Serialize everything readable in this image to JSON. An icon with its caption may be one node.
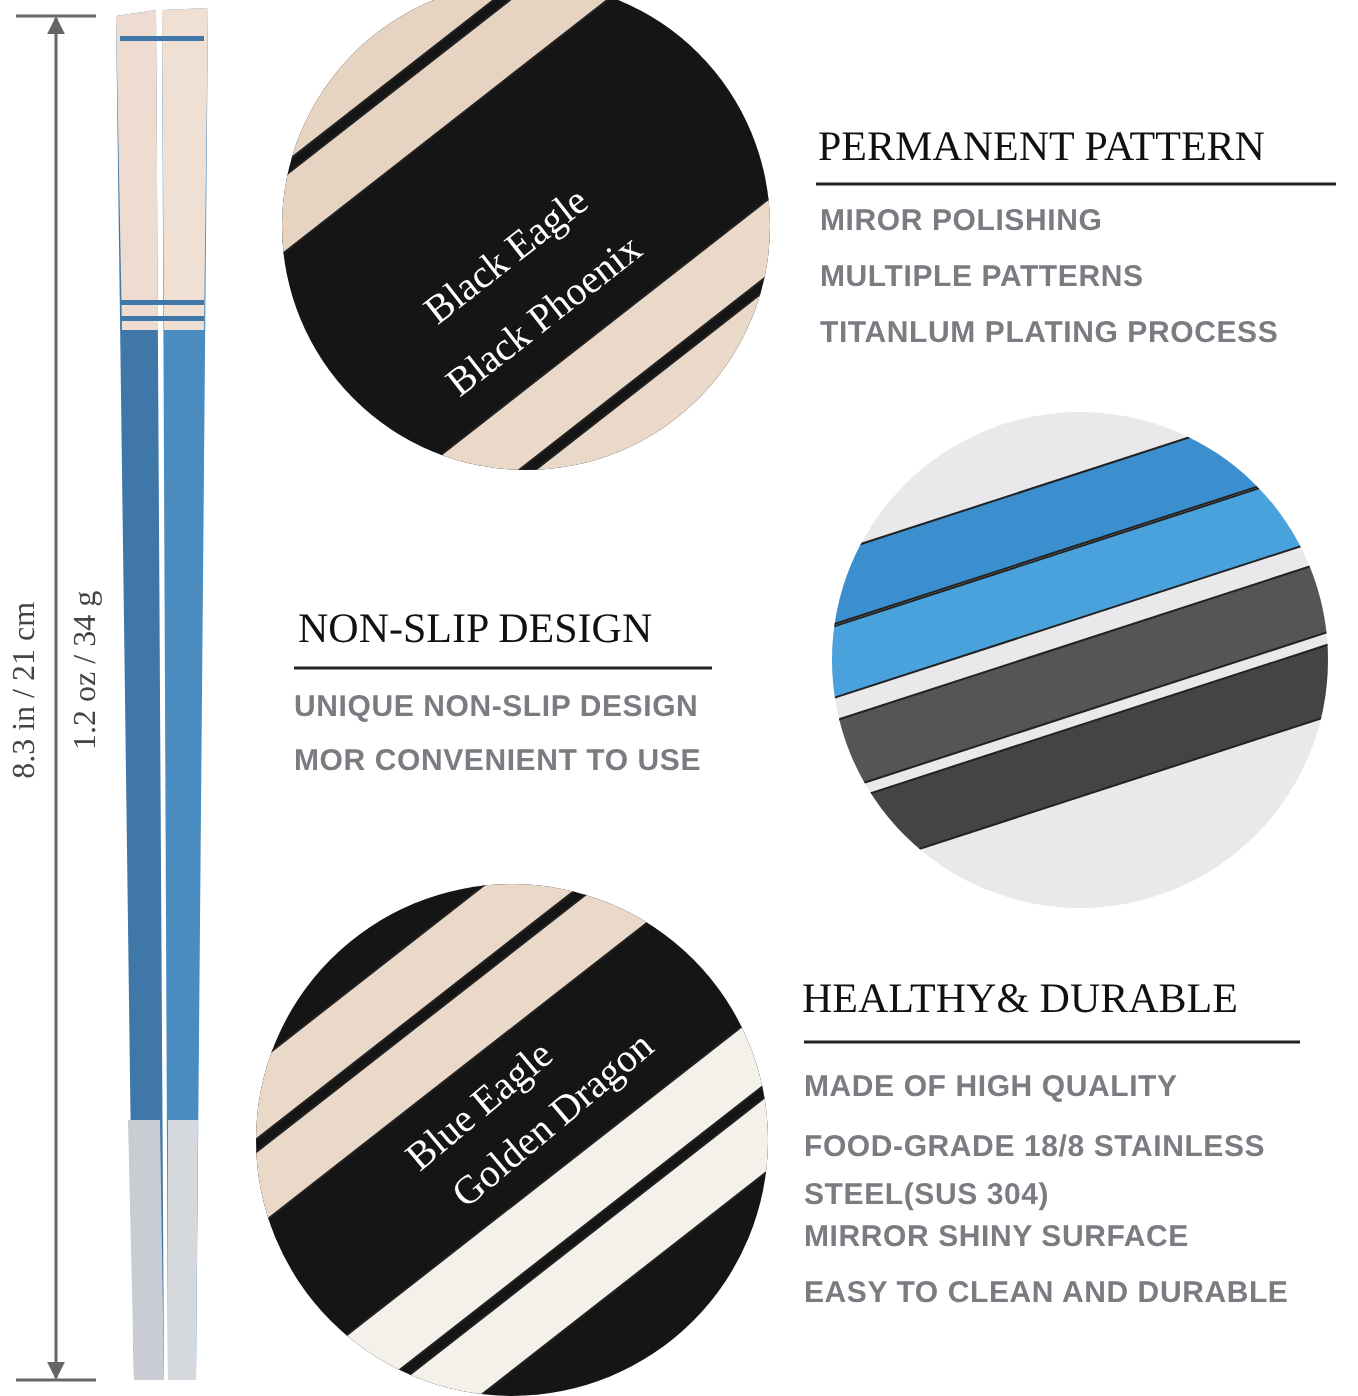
{
  "diagram": {
    "labels": [
      "8.3 in / 21 cm",
      "1.2 oz / 34 g",
      "Black Eagle",
      "Black Phoenix",
      "PERMANENT PATTERN",
      "MIROR POLISHING",
      "MULTIPLE PATTERNS",
      "TITANLUM PLATING PROCESS",
      "NON-SLIP DESIGN",
      "UNIQUE NON-SLIP DESIGN",
      "MOR CONVENIENT TO USE",
      "HEALTHY& DURABLE",
      "Blue Eagle",
      "Golden Dragon",
      "MADE OF HIGH QUALITY",
      "FOOD-GRADE 18/8 STAINLESS STEEL(SUS 304)",
      "MIRROR SHINY SURFACE",
      "EASY TO CLEAN AND DURABLE"
    ]
  }
}
